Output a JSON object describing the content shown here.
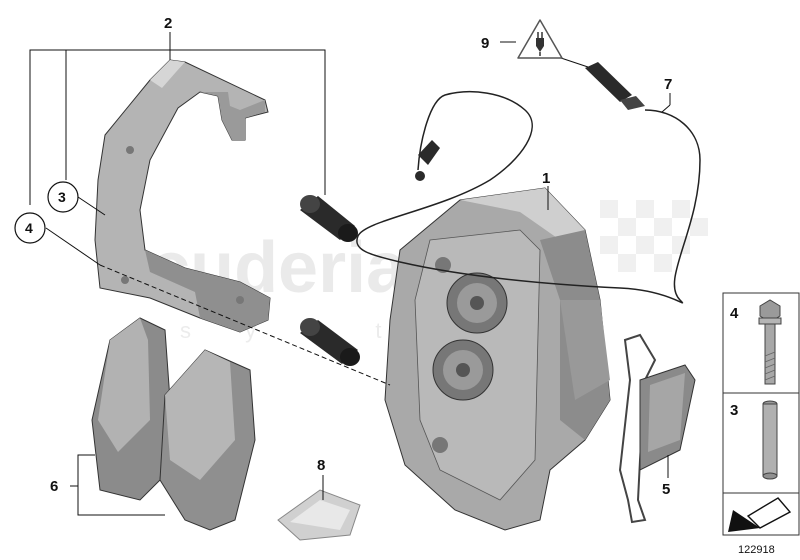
{
  "callouts": {
    "c1": "1",
    "c2": "2",
    "c3": "3",
    "c4": "4",
    "c5": "5",
    "c6": "6",
    "c7": "7",
    "c8": "8",
    "c9": "9"
  },
  "legend": {
    "item4": "4",
    "item3": "3"
  },
  "watermark": {
    "brand": "scuderia",
    "sub": "s y s t e m"
  },
  "diagram_number": "122918",
  "icons": {
    "warning": "electrical-plug-warning-icon",
    "arrow": "installation-direction-arrow-icon"
  },
  "colors": {
    "part_fill": "#b7b7b7",
    "part_dark": "#7d7d7d",
    "line": "#111111",
    "watermark": "#e3e3e3"
  }
}
